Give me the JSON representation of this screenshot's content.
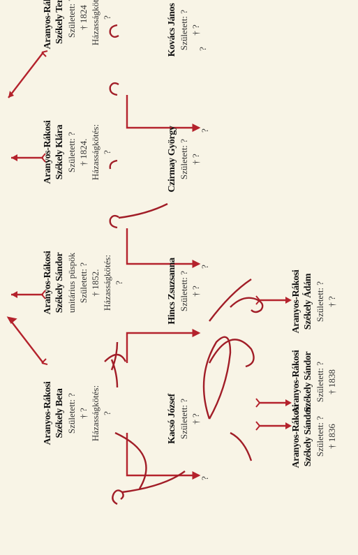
{
  "persons": {
    "beta": {
      "name1": "Aranyos-Rákosi",
      "name2": "Székely Beta",
      "born": "Született: ?",
      "died": "† ?",
      "marriage_label": "Házasságkötés:",
      "marriage": "?"
    },
    "kacso": {
      "name": "Kacsó József",
      "born": "Született: ?",
      "died": "† ?"
    },
    "sandor_bishop": {
      "name1": "Aranyos-Rákosi",
      "name2": "Székely Sándor",
      "title": "unitárius püspök",
      "born": "Született: ?",
      "died": "† 1852.",
      "marriage_label": "Házasságkötés:",
      "marriage": "?"
    },
    "hincs": {
      "name": "Hincs Zsuzsanna",
      "born": "Született: ?",
      "died": "† ?"
    },
    "klara": {
      "name1": "Aranyos-Rákosi",
      "name2": "Székely Klára",
      "born": "Született: ?",
      "died": "† 1824.",
      "marriage_label": "Házasságkötés:",
      "marriage": "?"
    },
    "czirmay": {
      "name": "Czirmay György",
      "born": "Született: ?",
      "died": "† ?"
    },
    "terez": {
      "name1": "Aranyos-Rákosi",
      "name2": "Székely Teréz",
      "born": "Született: ?",
      "died": "† 1824",
      "marriage_label": "Házasságkötés:",
      "marriage": "?"
    },
    "kovacs": {
      "name": "Kovács János",
      "born": "Született: ?",
      "died": "† ?"
    },
    "child1": {
      "name1": "Aranyos-Rákosi",
      "name2": "Székely Sándor",
      "born": "Született: ?",
      "died": "† 1836"
    },
    "child2": {
      "name1": "Aranyos-Rákosi",
      "name2": "Székely Sándor",
      "born": "Született: ?",
      "died": "† 1838"
    },
    "child3": {
      "name1": "Aranyos-Rákosi",
      "name2": "Székely Ádám",
      "born": "Született: ?",
      "died": "† ?"
    }
  },
  "unknown_marks": [
    "?",
    "?",
    "?",
    "?"
  ],
  "colors": {
    "line": "#b4222c",
    "background": "#f8f4e6",
    "ornament": "#a11d27"
  }
}
